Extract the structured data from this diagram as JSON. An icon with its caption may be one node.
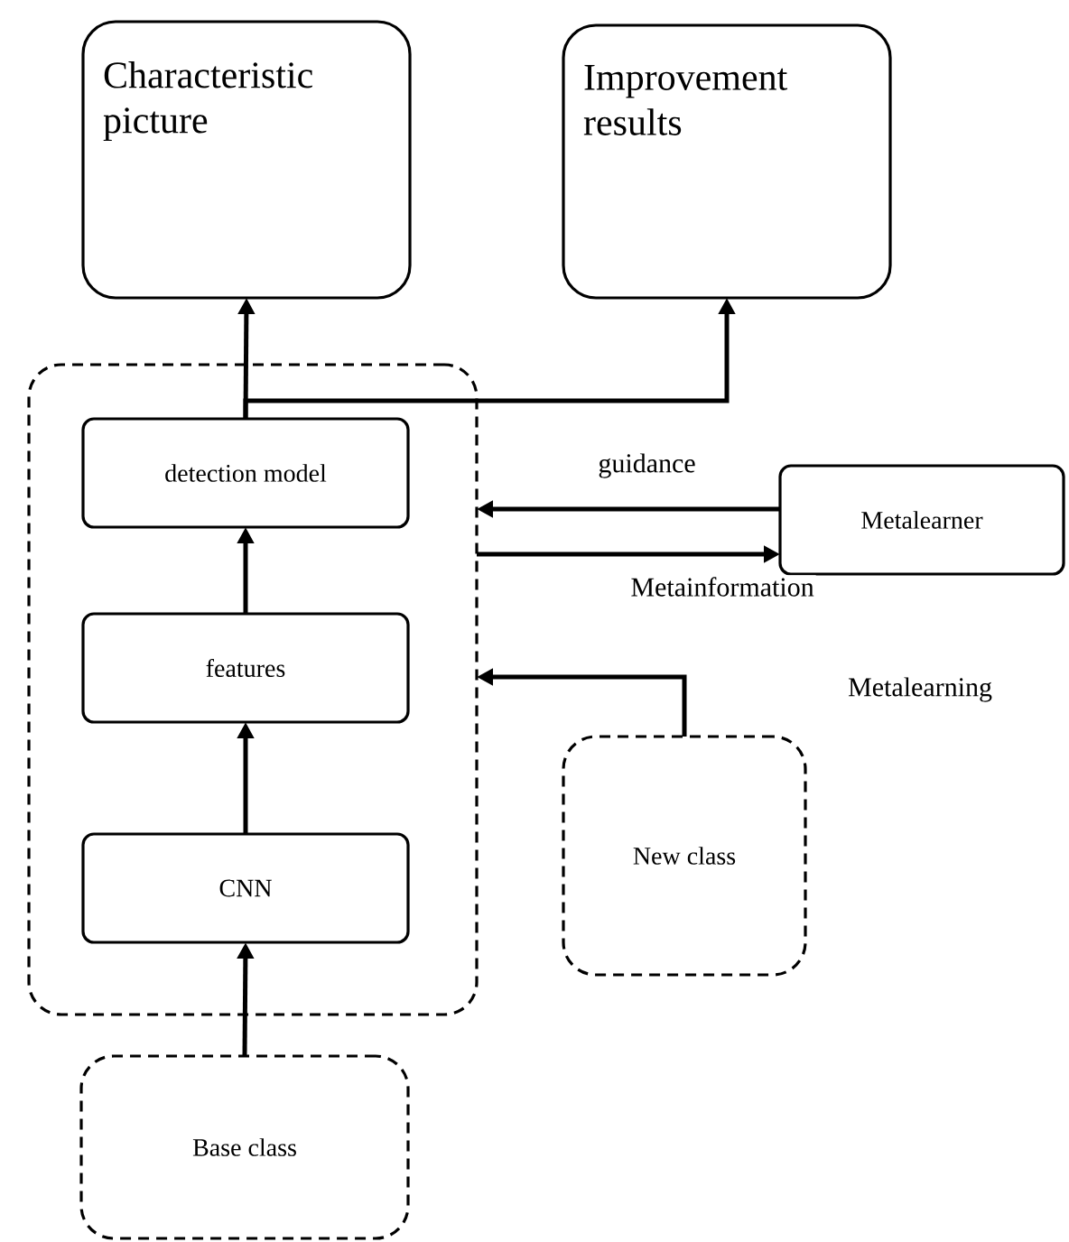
{
  "diagram": {
    "nodes": [
      {
        "text": [
          "Characteristic picture"
        ]
      },
      {
        "text": [
          "Improvement results"
        ]
      },
      {
        "text": [],
        "shape": "box"
      },
      {
        "text": [
          "detection model"
        ],
        "in": 2
      },
      {
        "text": [
          "features"
        ],
        "in": 2
      },
      {
        "text": [
          "CNN"
        ],
        "in": 2
      },
      {
        "text": [
          "Metalearner"
        ]
      },
      {
        "text": [
          "New class"
        ]
      },
      {
        "text": [
          "Base class"
        ]
      }
    ],
    "edges": [
      {
        "from": 3,
        "to": 0,
        "arrow": "to"
      },
      {
        "from": 3,
        "to": 1,
        "arrow": "to"
      },
      {
        "from": 6,
        "to": 2,
        "arrow": "to",
        "label": "guidance"
      },
      {
        "from": 2,
        "to": 6,
        "arrow": "to",
        "label": "Metainformation"
      },
      {
        "from": 7,
        "to": 2,
        "arrow": "to"
      },
      {
        "from": 4,
        "to": 3,
        "arrow": "to"
      },
      {
        "from": 5,
        "to": 4,
        "arrow": "to"
      },
      {
        "from": 8,
        "to": 5,
        "arrow": "to"
      }
    ],
    "labels": [
      "Metalearning"
    ]
  }
}
